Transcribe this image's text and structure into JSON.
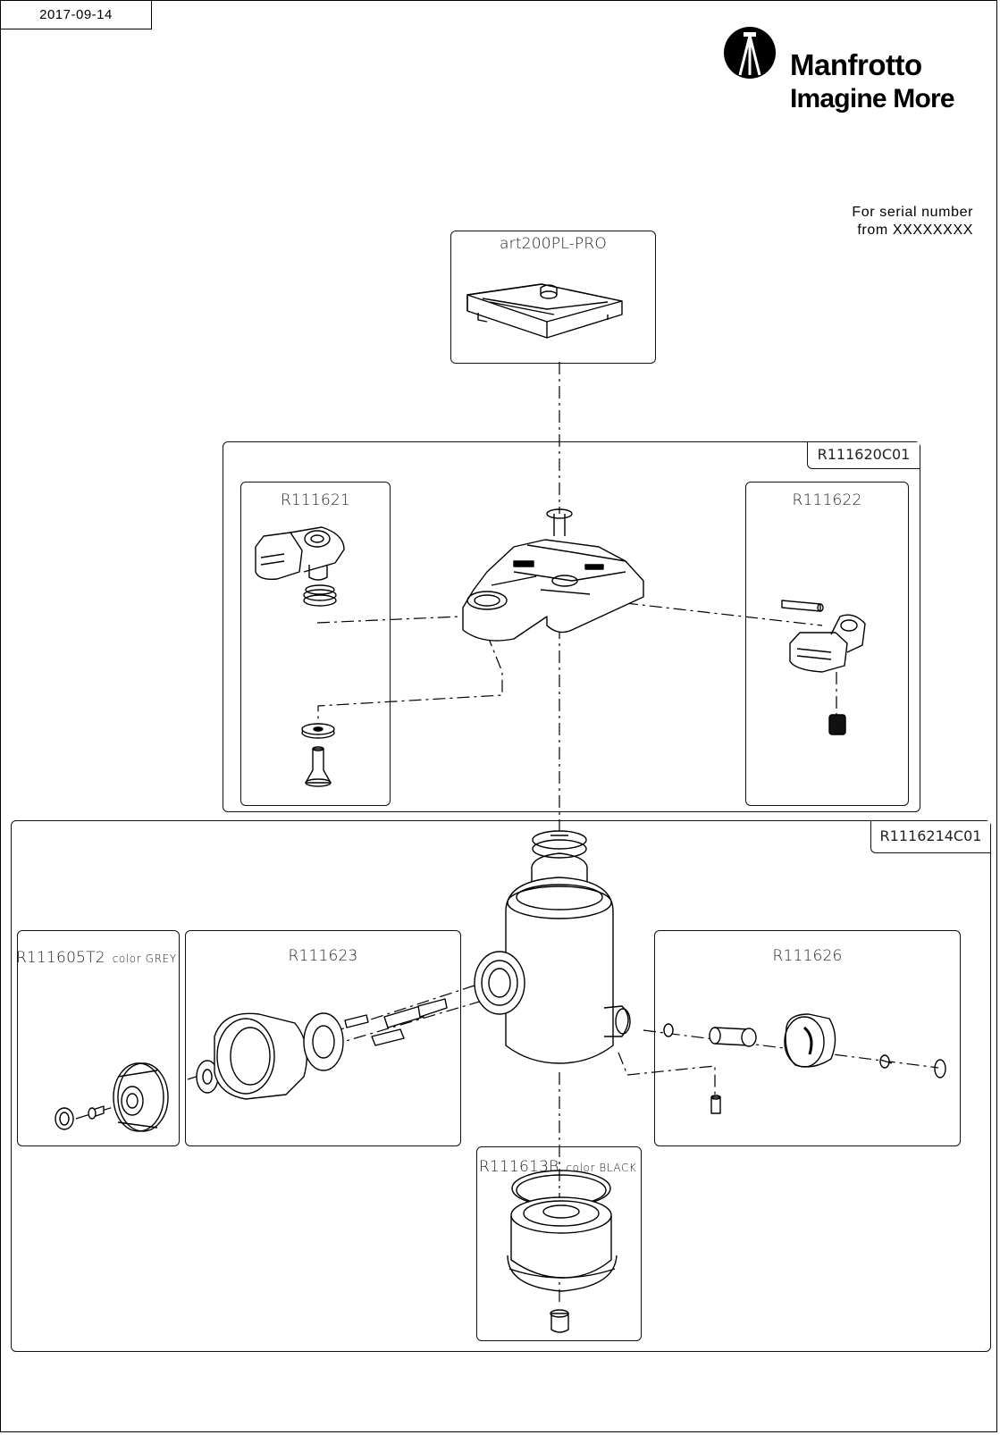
{
  "header": {
    "date": "2017-09-14",
    "brand_name": "Manfrotto",
    "brand_tagline": "Imagine More",
    "serial_line1": "For serial number",
    "serial_line2": "from XXXXXXXX"
  },
  "groups": {
    "plate": {
      "code": "art200PL-PRO"
    },
    "clamp_assembly": {
      "code": "R111620C01"
    },
    "left_lever": {
      "code": "R111621"
    },
    "right_lever": {
      "code": "R111622"
    },
    "head_assembly": {
      "code": "R1116214C01"
    },
    "knob": {
      "code": "R111605T2",
      "color_note": "color GREY"
    },
    "friction_knob": {
      "code": "R111623"
    },
    "lock_knob": {
      "code": "R111626"
    },
    "base": {
      "code": "R111613B",
      "color_note": "color BLACK"
    }
  },
  "icons": [
    "manfrotto-logo-icon"
  ]
}
